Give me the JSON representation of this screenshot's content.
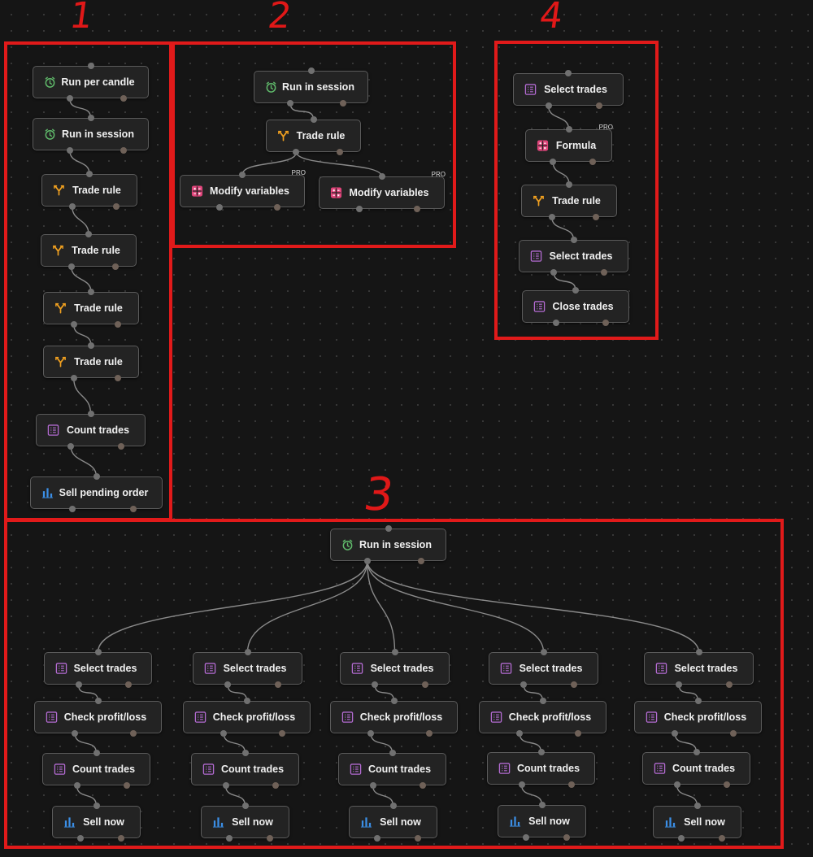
{
  "groups": [
    {
      "id": "g1",
      "label": "1"
    },
    {
      "id": "g2",
      "label": "2"
    },
    {
      "id": "g3",
      "label": "3"
    },
    {
      "id": "g4",
      "label": "4"
    }
  ],
  "badge_pro": "PRO",
  "nodes": [
    {
      "id": "n1",
      "label": "Run per candle",
      "icon": "clock-icon"
    },
    {
      "id": "n2",
      "label": "Run in session",
      "icon": "clock-icon"
    },
    {
      "id": "n3",
      "label": "Trade rule",
      "icon": "branch-icon"
    },
    {
      "id": "n4",
      "label": "Trade rule",
      "icon": "branch-icon"
    },
    {
      "id": "n5",
      "label": "Trade rule",
      "icon": "branch-icon"
    },
    {
      "id": "n6",
      "label": "Trade rule",
      "icon": "branch-icon"
    },
    {
      "id": "n7",
      "label": "Count trades",
      "icon": "list-icon"
    },
    {
      "id": "n8",
      "label": "Sell pending order",
      "icon": "bar-chart-icon"
    },
    {
      "id": "m1",
      "label": "Run in session",
      "icon": "clock-icon"
    },
    {
      "id": "m2",
      "label": "Trade rule",
      "icon": "branch-icon"
    },
    {
      "id": "m3",
      "label": "Modify variables",
      "icon": "grid-icon",
      "pro": true
    },
    {
      "id": "m4",
      "label": "Modify variables",
      "icon": "grid-icon",
      "pro": true
    },
    {
      "id": "f1",
      "label": "Select trades",
      "icon": "list-icon"
    },
    {
      "id": "f2",
      "label": "Formula",
      "icon": "grid-icon",
      "pro": true
    },
    {
      "id": "f3",
      "label": "Trade rule",
      "icon": "branch-icon"
    },
    {
      "id": "f4",
      "label": "Select trades",
      "icon": "list-icon"
    },
    {
      "id": "f5",
      "label": "Close trades",
      "icon": "list-icon"
    },
    {
      "id": "r0",
      "label": "Run in session",
      "icon": "clock-icon"
    },
    {
      "id": "a1",
      "label": "Select trades",
      "icon": "list-icon"
    },
    {
      "id": "a2",
      "label": "Check profit/loss",
      "icon": "list-icon"
    },
    {
      "id": "a3",
      "label": "Count trades",
      "icon": "list-icon"
    },
    {
      "id": "a4",
      "label": "Sell now",
      "icon": "bar-chart-icon"
    },
    {
      "id": "b1",
      "label": "Select trades",
      "icon": "list-icon"
    },
    {
      "id": "b2",
      "label": "Check profit/loss",
      "icon": "list-icon"
    },
    {
      "id": "b3",
      "label": "Count trades",
      "icon": "list-icon"
    },
    {
      "id": "b4",
      "label": "Sell now",
      "icon": "bar-chart-icon"
    },
    {
      "id": "c1",
      "label": "Select trades",
      "icon": "list-icon"
    },
    {
      "id": "c2",
      "label": "Check profit/loss",
      "icon": "list-icon"
    },
    {
      "id": "c3",
      "label": "Count trades",
      "icon": "list-icon"
    },
    {
      "id": "c4",
      "label": "Sell now",
      "icon": "bar-chart-icon"
    },
    {
      "id": "d1",
      "label": "Select trades",
      "icon": "list-icon"
    },
    {
      "id": "d2",
      "label": "Check profit/loss",
      "icon": "list-icon"
    },
    {
      "id": "d3",
      "label": "Count trades",
      "icon": "list-icon"
    },
    {
      "id": "d4",
      "label": "Sell now",
      "icon": "bar-chart-icon"
    },
    {
      "id": "e1",
      "label": "Select trades",
      "icon": "list-icon"
    },
    {
      "id": "e2",
      "label": "Check profit/loss",
      "icon": "list-icon"
    },
    {
      "id": "e3",
      "label": "Count trades",
      "icon": "list-icon"
    },
    {
      "id": "e4",
      "label": "Sell now",
      "icon": "bar-chart-icon"
    }
  ],
  "connections": [
    [
      "n1",
      "n2"
    ],
    [
      "n2",
      "n3"
    ],
    [
      "n3",
      "n4"
    ],
    [
      "n4",
      "n5"
    ],
    [
      "n5",
      "n6"
    ],
    [
      "n6",
      "n7"
    ],
    [
      "n7",
      "n8"
    ],
    [
      "m1",
      "m2"
    ],
    [
      "m2",
      "m3"
    ],
    [
      "m2",
      "m4"
    ],
    [
      "f1",
      "f2"
    ],
    [
      "f2",
      "f3"
    ],
    [
      "f3",
      "f4"
    ],
    [
      "f4",
      "f5"
    ],
    [
      "r0",
      "a1"
    ],
    [
      "r0",
      "b1"
    ],
    [
      "r0",
      "c1"
    ],
    [
      "r0",
      "d1"
    ],
    [
      "r0",
      "e1"
    ],
    [
      "a1",
      "a2"
    ],
    [
      "a2",
      "a3"
    ],
    [
      "a3",
      "a4"
    ],
    [
      "b1",
      "b2"
    ],
    [
      "b2",
      "b3"
    ],
    [
      "b3",
      "b4"
    ],
    [
      "c1",
      "c2"
    ],
    [
      "c2",
      "c3"
    ],
    [
      "c3",
      "c4"
    ],
    [
      "d1",
      "d2"
    ],
    [
      "d2",
      "d3"
    ],
    [
      "d3",
      "d4"
    ],
    [
      "e1",
      "e2"
    ],
    [
      "e2",
      "e3"
    ],
    [
      "e3",
      "e4"
    ]
  ],
  "colors": {
    "canvas": "#151515",
    "frame": "#e11a1a",
    "node_bg": "#232323",
    "node_border": "#5b5b5b",
    "wire": "#8a8a8a",
    "clock": "#5fb86a",
    "branch": "#f0a020",
    "list": "#b36bd1",
    "grid": "#e0457b",
    "bar_chart": "#3b8fe6"
  }
}
